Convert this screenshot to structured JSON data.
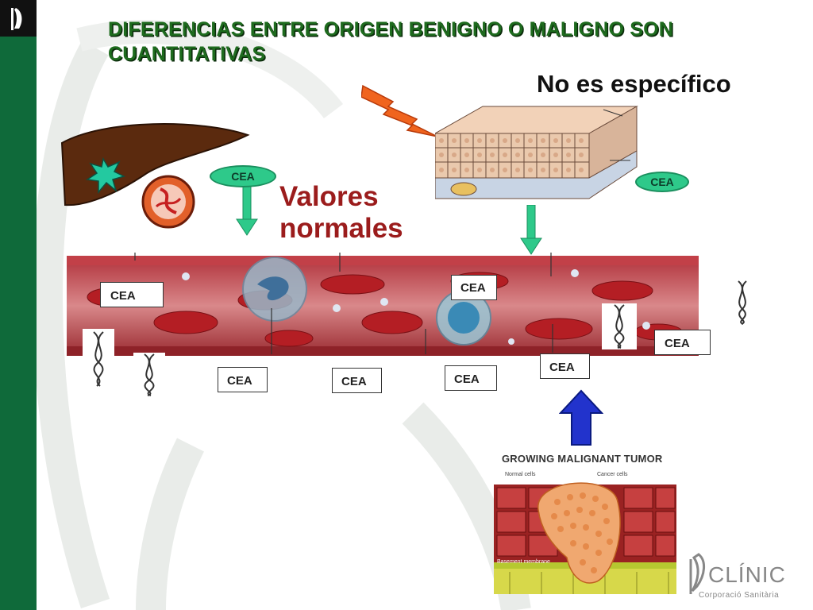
{
  "slide": {
    "title": "DIFERENCIAS ENTRE ORIGEN BENIGNO O MALIGNO SON CUANTITATIVAS",
    "subtitle": "No es específico",
    "valores_label": "Valores normales"
  },
  "markers": {
    "cea_label": "CEA"
  },
  "tumor_panel": {
    "title": "GROWING MALIGNANT TUMOR",
    "normal_cells": "Normal cells",
    "cancer_cells": "Cancer cells",
    "basement_membrane": "Basement membrane"
  },
  "brand": {
    "name": "CLÍNIC",
    "sub": "Corporació Sanitària"
  },
  "colors": {
    "sidebar": "#0f6a3a",
    "title": "#1e6b1e",
    "valores": "#9b1c1c",
    "cea_pill": "#2ec98a",
    "arrow_blue": "#2233cc",
    "arrow_green": "#2ec98a"
  }
}
